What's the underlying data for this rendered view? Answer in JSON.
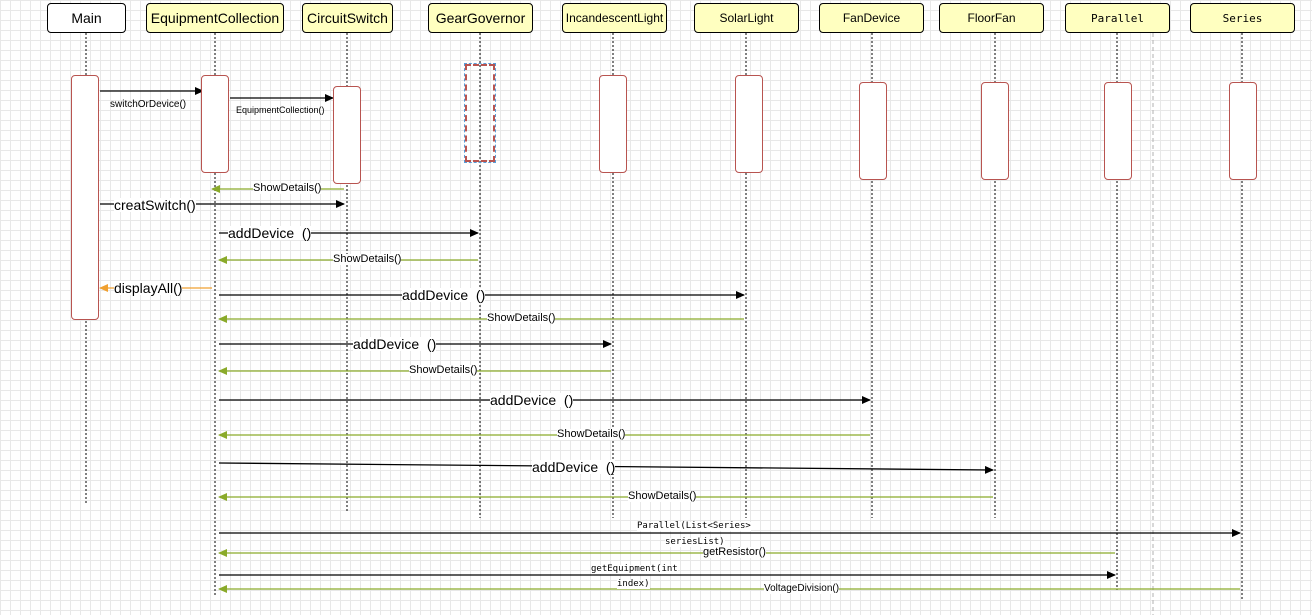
{
  "lifelines": [
    {
      "name": "Main"
    },
    {
      "name": "EquipmentCollection"
    },
    {
      "name": "CircuitSwitch"
    },
    {
      "name": "GearGovernor"
    },
    {
      "name": "IncandescentLight"
    },
    {
      "name": "SolarLight"
    },
    {
      "name": "FanDevice"
    },
    {
      "name": "FloorFan"
    },
    {
      "name": "Parallel"
    },
    {
      "name": "Series"
    }
  ],
  "messages": {
    "m1": "switchOrDevice()",
    "m2": "EquipmentCollection()",
    "m3": "ShowDetails()",
    "m4": "creatSwitch()",
    "m5": "addDevice  ()",
    "m6": "ShowDetails()",
    "m7": "displayAll()",
    "m8": "addDevice  ()",
    "m9": "ShowDetails()",
    "m10": "addDevice  ()",
    "m11": "ShowDetails()",
    "m12": "addDevice  ()",
    "m13": "ShowDetails()",
    "m14": "addDevice  ()",
    "m15": "ShowDetails()",
    "m16a": "Parallel(List<Series>",
    "m16b": "seriesList)",
    "m17": "getResistor()",
    "m18a": "getEquipment(int",
    "m18b": "index)",
    "m19": "VoltageDivision()"
  },
  "colors": {
    "call_arrow": "#000000",
    "return_arrow": "#8aaa2a",
    "display_arrow": "#f0a030",
    "activation_border": "#b85450",
    "header_fill": "#ffffc0"
  }
}
